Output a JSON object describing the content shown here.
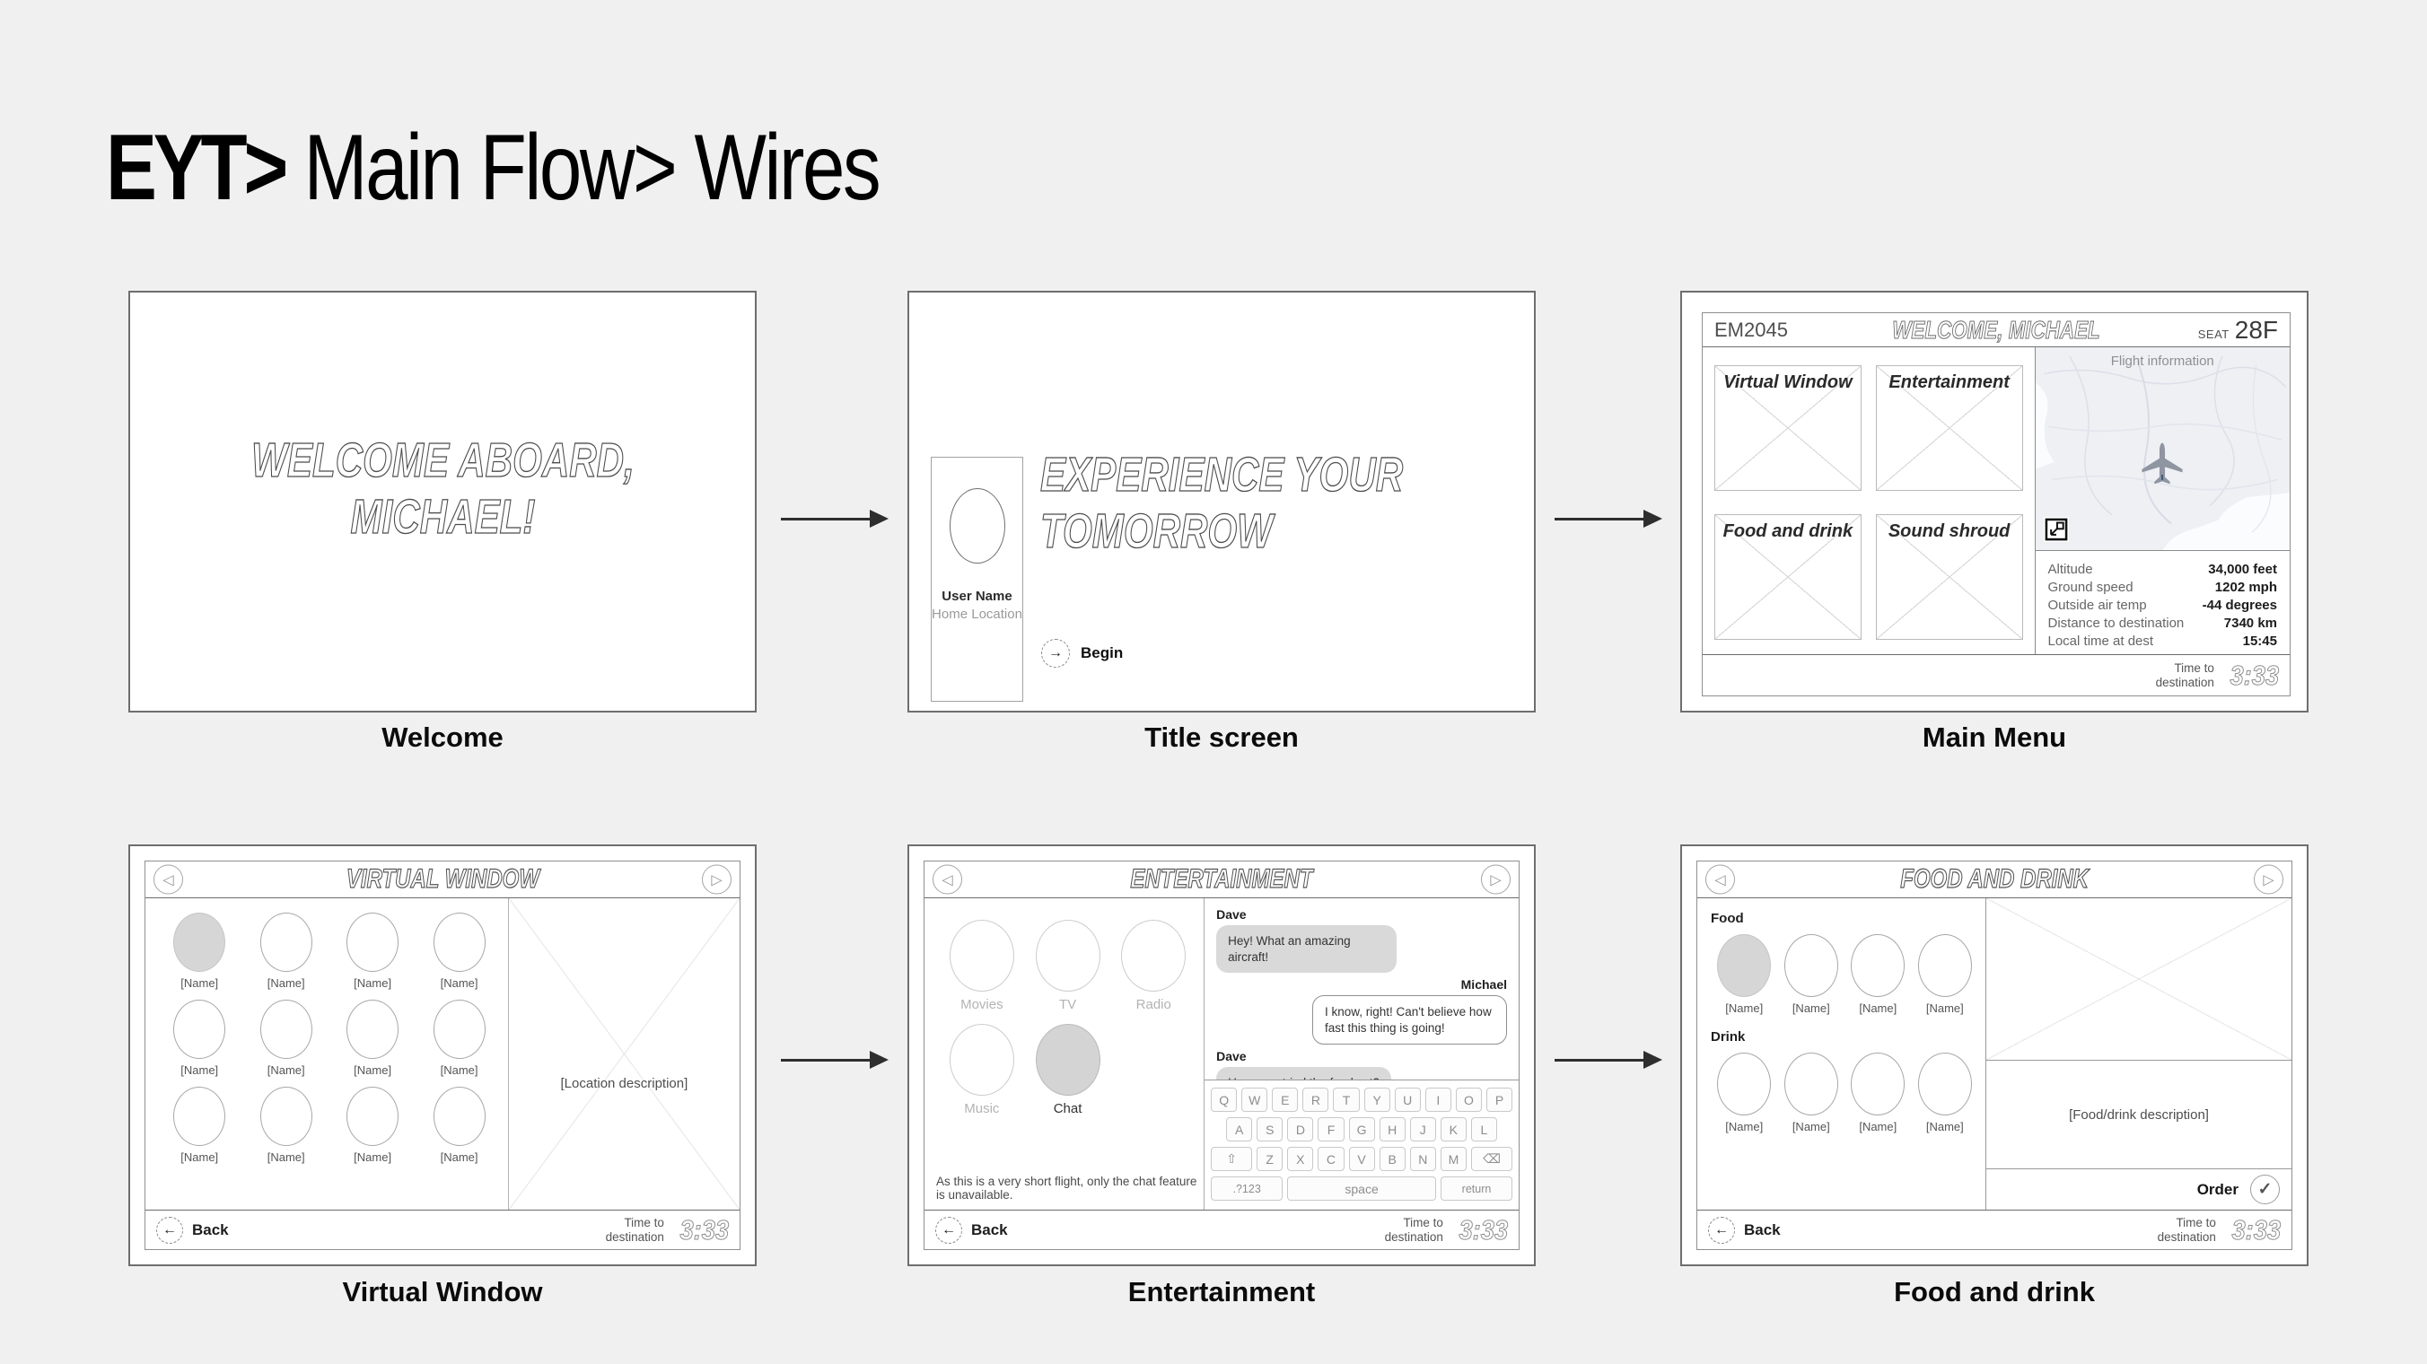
{
  "page": {
    "title_bold": "EYT>",
    "title_rest": " Main Flow> Wires"
  },
  "shared": {
    "name_placeholder": "[Name]",
    "back_label": "Back",
    "back_icon": "←",
    "nav_back_icon": "◁",
    "nav_forward_icon": "▷",
    "time_to_line1": "Time to",
    "time_to_line2": "destination",
    "time_value": "3:33"
  },
  "colors": {
    "background": "#f0f0f1",
    "card_border": "#6e6e6e",
    "filled_circle": "#d6d6d6",
    "chat_bubble": "#d9d9d9",
    "map_background": "#eef0f4"
  },
  "screens": {
    "welcome": {
      "caption": "Welcome",
      "headline_line1": "WELCOME ABOARD,",
      "headline_line2": "MICHAEL!"
    },
    "title_screen": {
      "caption": "Title screen",
      "headline_line1": "EXPERIENCE YOUR",
      "headline_line2": "TOMORROW",
      "user_name": "User Name",
      "home_location": "Home Location",
      "begin_label": "Begin",
      "begin_icon": "→"
    },
    "main_menu": {
      "caption": "Main Menu",
      "flight_number": "EM2045",
      "welcome_title": "WELCOME, MICHAEL",
      "seat_label": "SEAT",
      "seat_value": "28F",
      "tiles": [
        {
          "label": "Virtual Window"
        },
        {
          "label": "Entertainment"
        },
        {
          "label": "Food and drink"
        },
        {
          "label": "Sound shroud"
        }
      ],
      "map_title": "Flight information",
      "flight_info": {
        "rows": [
          {
            "label": "Altitude",
            "value": "34,000 feet"
          },
          {
            "label": "Ground speed",
            "value": "1202 mph"
          },
          {
            "label": "Outside air temp",
            "value": "-44 degrees"
          },
          {
            "label": "Distance to destination",
            "value": "7340 km"
          },
          {
            "label": "Local time at dest",
            "value": "15:45"
          }
        ]
      }
    },
    "virtual_window": {
      "caption": "Virtual Window",
      "title": "VIRTUAL WINDOW",
      "location_placeholder": "[Location description]"
    },
    "entertainment": {
      "caption": "Entertainment",
      "title": "ENTERTAINMENT",
      "categories": [
        {
          "label": "Movies"
        },
        {
          "label": "TV"
        },
        {
          "label": "Radio"
        },
        {
          "label": "Music"
        },
        {
          "label": "Chat"
        }
      ],
      "note": "As this is a very short flight, only the chat feature is unavailable.",
      "chat": {
        "messages": [
          {
            "sender": "Dave",
            "text": "Hey! What an amazing aircraft!"
          },
          {
            "sender": "Michael",
            "text": "I know, right! Can't believe how fast this thing is going!"
          },
          {
            "sender": "Dave",
            "text": "Have you tried the food yet?"
          }
        ]
      },
      "keyboard": {
        "row1": [
          "Q",
          "W",
          "E",
          "R",
          "T",
          "Y",
          "U",
          "I",
          "O",
          "P"
        ],
        "row2": [
          "A",
          "S",
          "D",
          "F",
          "G",
          "H",
          "J",
          "K",
          "L"
        ],
        "shift_icon": "⇧",
        "row3": [
          "Z",
          "X",
          "C",
          "V",
          "B",
          "N",
          "M"
        ],
        "backspace_icon": "⌫",
        "num_key": ".?123",
        "space_key": "space",
        "return_key": "return"
      }
    },
    "food_drink": {
      "caption": "Food and drink",
      "title": "FOOD AND DRINK",
      "food_label": "Food",
      "drink_label": "Drink",
      "description_placeholder": "[Food/drink description]",
      "order_label": "Order",
      "order_icon": "✓"
    }
  }
}
